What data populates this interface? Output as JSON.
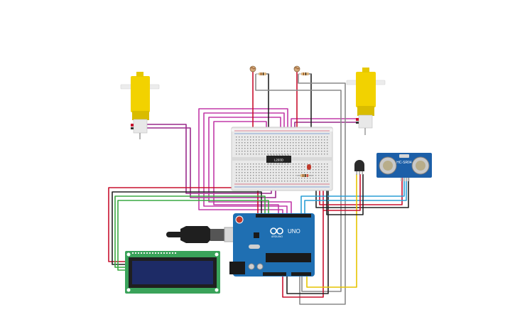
{
  "colors": {
    "background": "#ffffff",
    "motor_yellow": "#f2d200",
    "motor_gear": "#d9bc00",
    "breadboard": "#e6e6e6",
    "arduino_blue": "#1f6fb2",
    "lcd_green": "#3aa35a",
    "lcd_screen": "#1d2b66",
    "sensor_blue": "#1c5fa8",
    "chip_black": "#222222",
    "wire_purple": "#9a2a8c",
    "wire_magenta": "#c23aa8",
    "wire_red": "#c8102e",
    "wire_black": "#222222",
    "wire_gray": "#8a8a8a",
    "wire_green": "#3aa842",
    "wire_yellow": "#e6c400",
    "wire_blue": "#2a9fd6"
  },
  "components": {
    "chip": {
      "label": "L293D"
    },
    "ultrasonic": {
      "label": "HC-SR04"
    },
    "arduino": {
      "label": "UNO",
      "brand": "ARDUINO"
    }
  }
}
